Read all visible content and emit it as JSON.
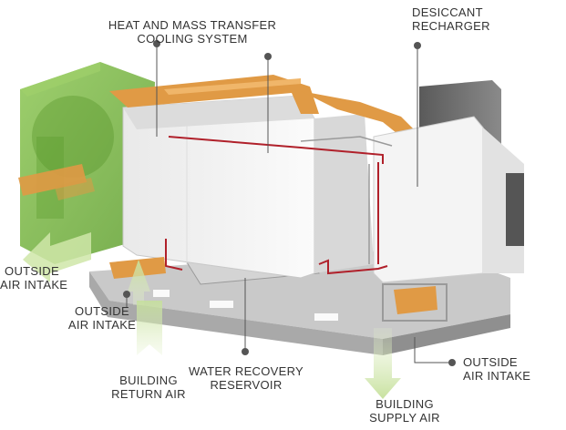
{
  "colors": {
    "green_unit": "#6fb13a",
    "duct_orange": "#e09a45",
    "pipe_red": "#b0202a",
    "arrow_green": "#cfe6a8",
    "leader_gray": "#555555",
    "housing_white": "#f2f2f2",
    "recharger_dark": "#6a6a6a",
    "base_gray": "#b8b8b8"
  },
  "labels": {
    "heat_mass_transfer": {
      "line1": "HEAT AND MASS TRANSFER",
      "line2": "COOLING SYSTEM"
    },
    "desiccant_recharger": {
      "line1": "DESICCANT",
      "line2": "RECHARGER"
    },
    "outside_air_intake_left": {
      "line1": "OUTSIDE",
      "line2": "AIR INTAKE"
    },
    "outside_air_intake_mid": {
      "line1": "OUTSIDE",
      "line2": "AIR INTAKE"
    },
    "outside_air_intake_right": {
      "line1": "OUTSIDE",
      "line2": "AIR INTAKE"
    },
    "building_return_air": {
      "line1": "BUILDING",
      "line2": "RETURN AIR"
    },
    "water_recovery_reservoir": {
      "line1": "WATER RECOVERY",
      "line2": "RESERVOIR"
    },
    "building_supply_air": {
      "line1": "BUILDING",
      "line2": "SUPPLY AIR"
    }
  }
}
